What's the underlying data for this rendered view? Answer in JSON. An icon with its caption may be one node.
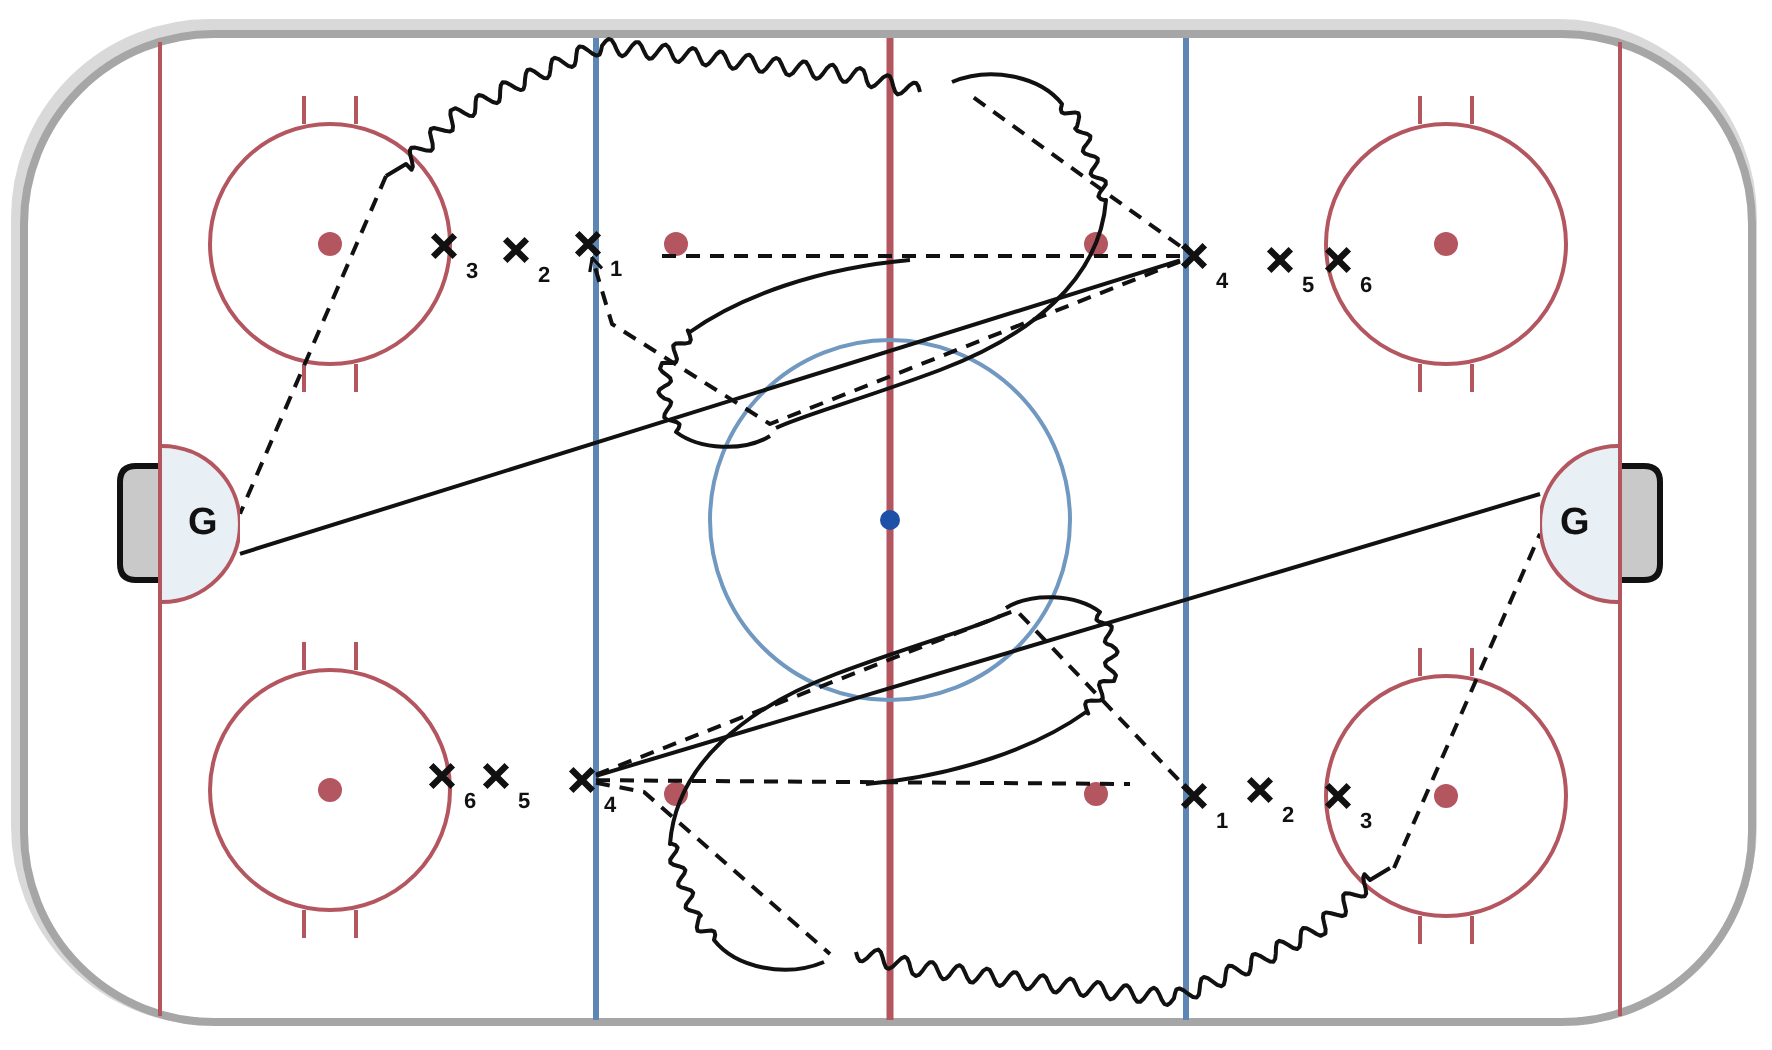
{
  "diagram": {
    "nodes": [
      {
        "text": [],
        "shape": "cross",
        "beside": [
          "3"
        ]
      },
      {
        "text": [],
        "shape": "cross",
        "beside": [
          "2"
        ]
      },
      {
        "text": [],
        "shape": "cross",
        "beside": [
          "1"
        ]
      },
      {
        "text": [],
        "shape": "cross",
        "beside": [
          "4"
        ]
      },
      {
        "text": [],
        "shape": "cross",
        "beside": [
          "5"
        ]
      },
      {
        "text": [],
        "shape": "cross",
        "beside": [
          "6"
        ]
      },
      {
        "text": [
          "G"
        ]
      },
      {
        "text": [
          "G"
        ]
      },
      {
        "text": [],
        "shape": "cross",
        "beside": [
          "6"
        ]
      },
      {
        "text": [],
        "shape": "cross",
        "beside": [
          "5"
        ]
      },
      {
        "text": [],
        "shape": "cross",
        "beside": [
          "4"
        ]
      },
      {
        "text": [],
        "shape": "cross",
        "beside": [
          "1"
        ]
      },
      {
        "text": [],
        "shape": "cross",
        "beside": [
          "2"
        ]
      },
      {
        "text": [],
        "shape": "cross",
        "beside": [
          "3"
        ]
      }
    ],
    "edges": [
      {
        "from": 3,
        "to": 2,
        "arrow": "to",
        "style": "dashed"
      },
      {
        "from": 3,
        "to": null,
        "arrow": "none",
        "style": "dashed"
      },
      {
        "from": 3,
        "to": 6,
        "arrow": "none"
      },
      {
        "from": 3,
        "to": null,
        "arrow": "none",
        "style": "dashed"
      },
      {
        "from": null,
        "to": 6,
        "arrow": "none",
        "style": "dashed"
      },
      {
        "from": 10,
        "to": 11,
        "arrow": "none",
        "style": "dashed"
      },
      {
        "from": 10,
        "to": null,
        "arrow": "none",
        "style": "dashed"
      },
      {
        "from": 10,
        "to": 7,
        "arrow": "none"
      },
      {
        "from": 10,
        "to": null,
        "arrow": "none",
        "style": "dashed"
      },
      {
        "from": null,
        "to": 7,
        "arrow": "none",
        "style": "dashed"
      }
    ]
  }
}
